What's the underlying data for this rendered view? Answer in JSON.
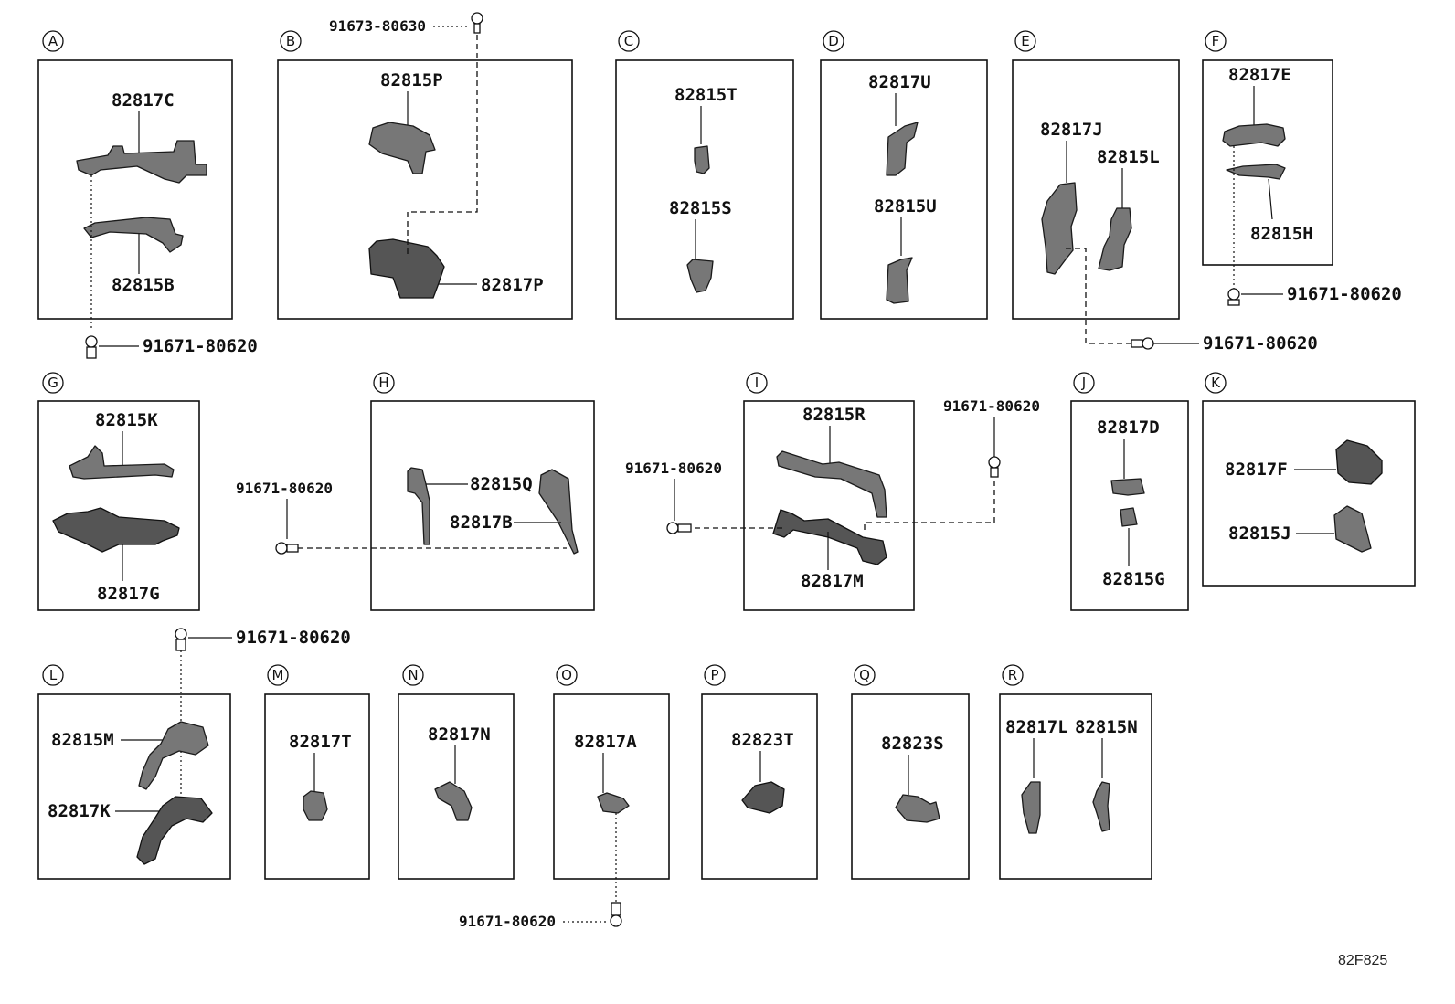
{
  "sections": [
    {
      "letter": "A",
      "parts": [
        "82817C",
        "82815B"
      ]
    },
    {
      "letter": "B",
      "parts": [
        "82815P",
        "82817P"
      ]
    },
    {
      "letter": "C",
      "parts": [
        "82815T",
        "82815S"
      ]
    },
    {
      "letter": "D",
      "parts": [
        "82817U",
        "82815U"
      ]
    },
    {
      "letter": "E",
      "parts": [
        "82817J",
        "82815L"
      ]
    },
    {
      "letter": "F",
      "parts": [
        "82817E",
        "82815H"
      ]
    },
    {
      "letter": "G",
      "parts": [
        "82815K",
        "82817G"
      ]
    },
    {
      "letter": "H",
      "parts": [
        "82815Q",
        "82817B"
      ]
    },
    {
      "letter": "I",
      "parts": [
        "82815R",
        "82817M"
      ]
    },
    {
      "letter": "J",
      "parts": [
        "82817D",
        "82815G"
      ]
    },
    {
      "letter": "K",
      "parts": [
        "82817F",
        "82815J"
      ]
    },
    {
      "letter": "L",
      "parts": [
        "82815M",
        "82817K"
      ]
    },
    {
      "letter": "M",
      "parts": [
        "82817T"
      ]
    },
    {
      "letter": "N",
      "parts": [
        "82817N"
      ]
    },
    {
      "letter": "O",
      "parts": [
        "82817A"
      ]
    },
    {
      "letter": "P",
      "parts": [
        "82823T"
      ]
    },
    {
      "letter": "Q",
      "parts": [
        "82823S"
      ]
    },
    {
      "letter": "R",
      "parts": [
        "82817L",
        "82815N"
      ]
    }
  ],
  "fasteners": {
    "b_top": "91673-80630",
    "a_bottom": "91671-80620",
    "f_bottom": "91671-80620",
    "e_bottom": "91671-80620",
    "g_h_left": "91671-80620",
    "i_left": "91671-80620",
    "i_right": "91671-80620",
    "l_top": "91671-80620",
    "o_bottom": "91671-80620"
  },
  "diagram_code": "82F825"
}
